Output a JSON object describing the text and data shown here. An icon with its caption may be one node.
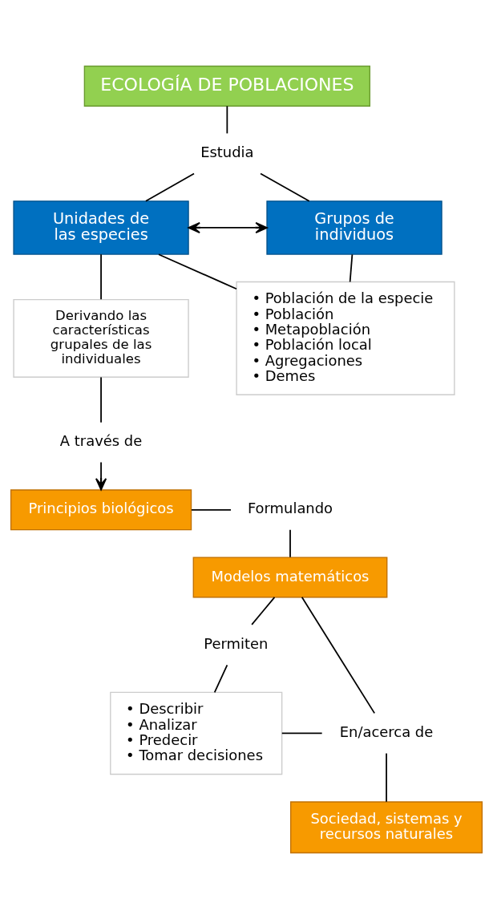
{
  "diagram": {
    "nodes": [
      {
        "text": [
          "ECOLOGÍA DE POBLACIONES"
        ]
      },
      {
        "text": [
          "Estudia"
        ]
      },
      {
        "text": [
          "Unidades de las especies"
        ]
      },
      {
        "text": [
          "Grupos de individuos"
        ]
      },
      {
        "text": [
          "Derivando las características grupales de las individuales"
        ]
      },
      {
        "text": [
          "• Población de la especie",
          "• Población",
          "• Metapoblación",
          "• Población local",
          "• Agregaciones",
          "• Demes"
        ]
      },
      {
        "text": [
          "A través de"
        ]
      },
      {
        "text": [
          "Principios biológicos"
        ]
      },
      {
        "text": [
          "Formulando"
        ]
      },
      {
        "text": [
          "Modelos matemáticos"
        ]
      },
      {
        "text": [
          "Permiten"
        ]
      },
      {
        "text": [
          "• Describir",
          "• Analizar",
          "• Predecir",
          "• Tomar decisiones"
        ]
      },
      {
        "text": [
          "En/acerca de"
        ]
      },
      {
        "text": [
          "Sociedad, sistemas y recursos naturales"
        ]
      }
    ],
    "edges": [
      {
        "from": 0,
        "to": 1,
        "arrow": "none"
      },
      {
        "from": 1,
        "to": 2,
        "arrow": "none"
      },
      {
        "from": 1,
        "to": 3,
        "arrow": "none"
      },
      {
        "from": 2,
        "to": 3,
        "arrow": "both"
      },
      {
        "from": 2,
        "to": 4,
        "arrow": "none"
      },
      {
        "from": 2,
        "to": 5,
        "arrow": "none"
      },
      {
        "from": 3,
        "to": 5,
        "arrow": "none"
      },
      {
        "from": 4,
        "to": 6,
        "arrow": "none"
      },
      {
        "from": 6,
        "to": 7,
        "arrow": "to"
      },
      {
        "from": 7,
        "to": 8,
        "arrow": "none"
      },
      {
        "from": 8,
        "to": 9,
        "arrow": "none"
      },
      {
        "from": 9,
        "to": 10,
        "arrow": "none"
      },
      {
        "from": 10,
        "to": 11,
        "arrow": "none"
      },
      {
        "from": 9,
        "to": 12,
        "arrow": "none"
      },
      {
        "from": 11,
        "to": 12,
        "arrow": "none"
      },
      {
        "from": 12,
        "to": 13,
        "arrow": "none"
      }
    ]
  }
}
